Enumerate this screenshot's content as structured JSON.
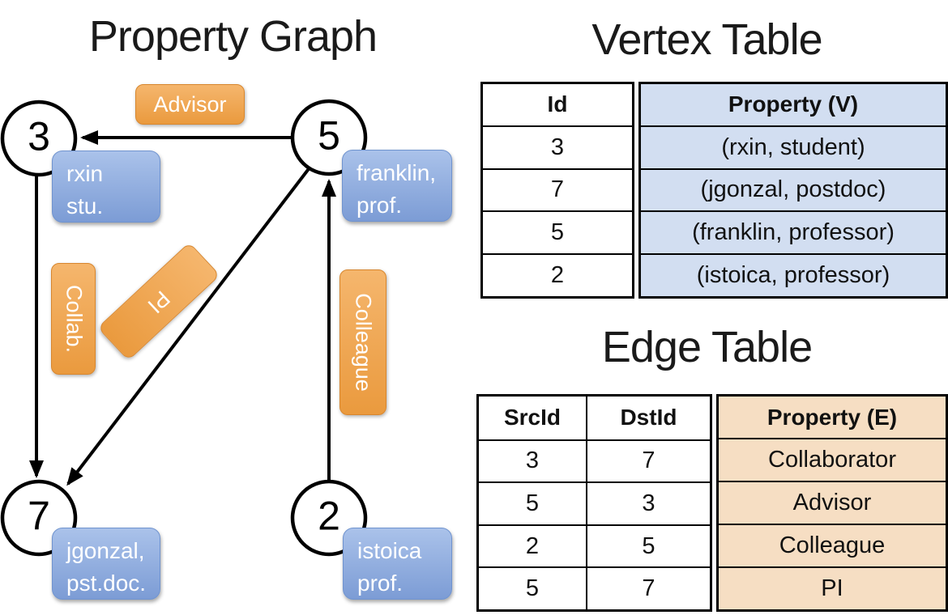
{
  "graph": {
    "title": "Property Graph",
    "nodes": [
      {
        "id": "3"
      },
      {
        "id": "5"
      },
      {
        "id": "7"
      },
      {
        "id": "2"
      }
    ],
    "edge_labels": {
      "advisor": "Advisor",
      "collab": "Collab.",
      "pi": "PI",
      "colleague": "Colleague"
    },
    "property_boxes": {
      "rxin": {
        "line1": "rxin",
        "line2": "stu."
      },
      "franklin": {
        "line1": "franklin,",
        "line2": "prof."
      },
      "jgonzal": {
        "line1": "jgonzal,",
        "line2": "pst.doc."
      },
      "istoica": {
        "line1": "istoica",
        "line2": "prof."
      }
    }
  },
  "vertex_table": {
    "title": "Vertex Table",
    "columns": [
      "Id",
      "Property (V)"
    ],
    "rows": [
      [
        "3",
        "(rxin, student)"
      ],
      [
        "7",
        "(jgonzal, postdoc)"
      ],
      [
        "5",
        "(franklin, professor)"
      ],
      [
        "2",
        "(istoica, professor)"
      ]
    ]
  },
  "edge_table": {
    "title": "Edge Table",
    "columns": [
      "SrcId",
      "DstId",
      "Property (E)"
    ],
    "rows": [
      [
        "3",
        "7",
        "Collaborator"
      ],
      [
        "5",
        "3",
        "Advisor"
      ],
      [
        "2",
        "5",
        "Colleague"
      ],
      [
        "5",
        "7",
        "PI"
      ]
    ]
  },
  "colors": {
    "orange_top": "#f5b66d",
    "orange_bottom": "#ea9a3e",
    "blue_top": "#aac2ea",
    "blue_bottom": "#7c9cd5",
    "vertex_fill": "#d2def1",
    "edge_fill": "#f6dec3",
    "line_color": "#000000"
  }
}
